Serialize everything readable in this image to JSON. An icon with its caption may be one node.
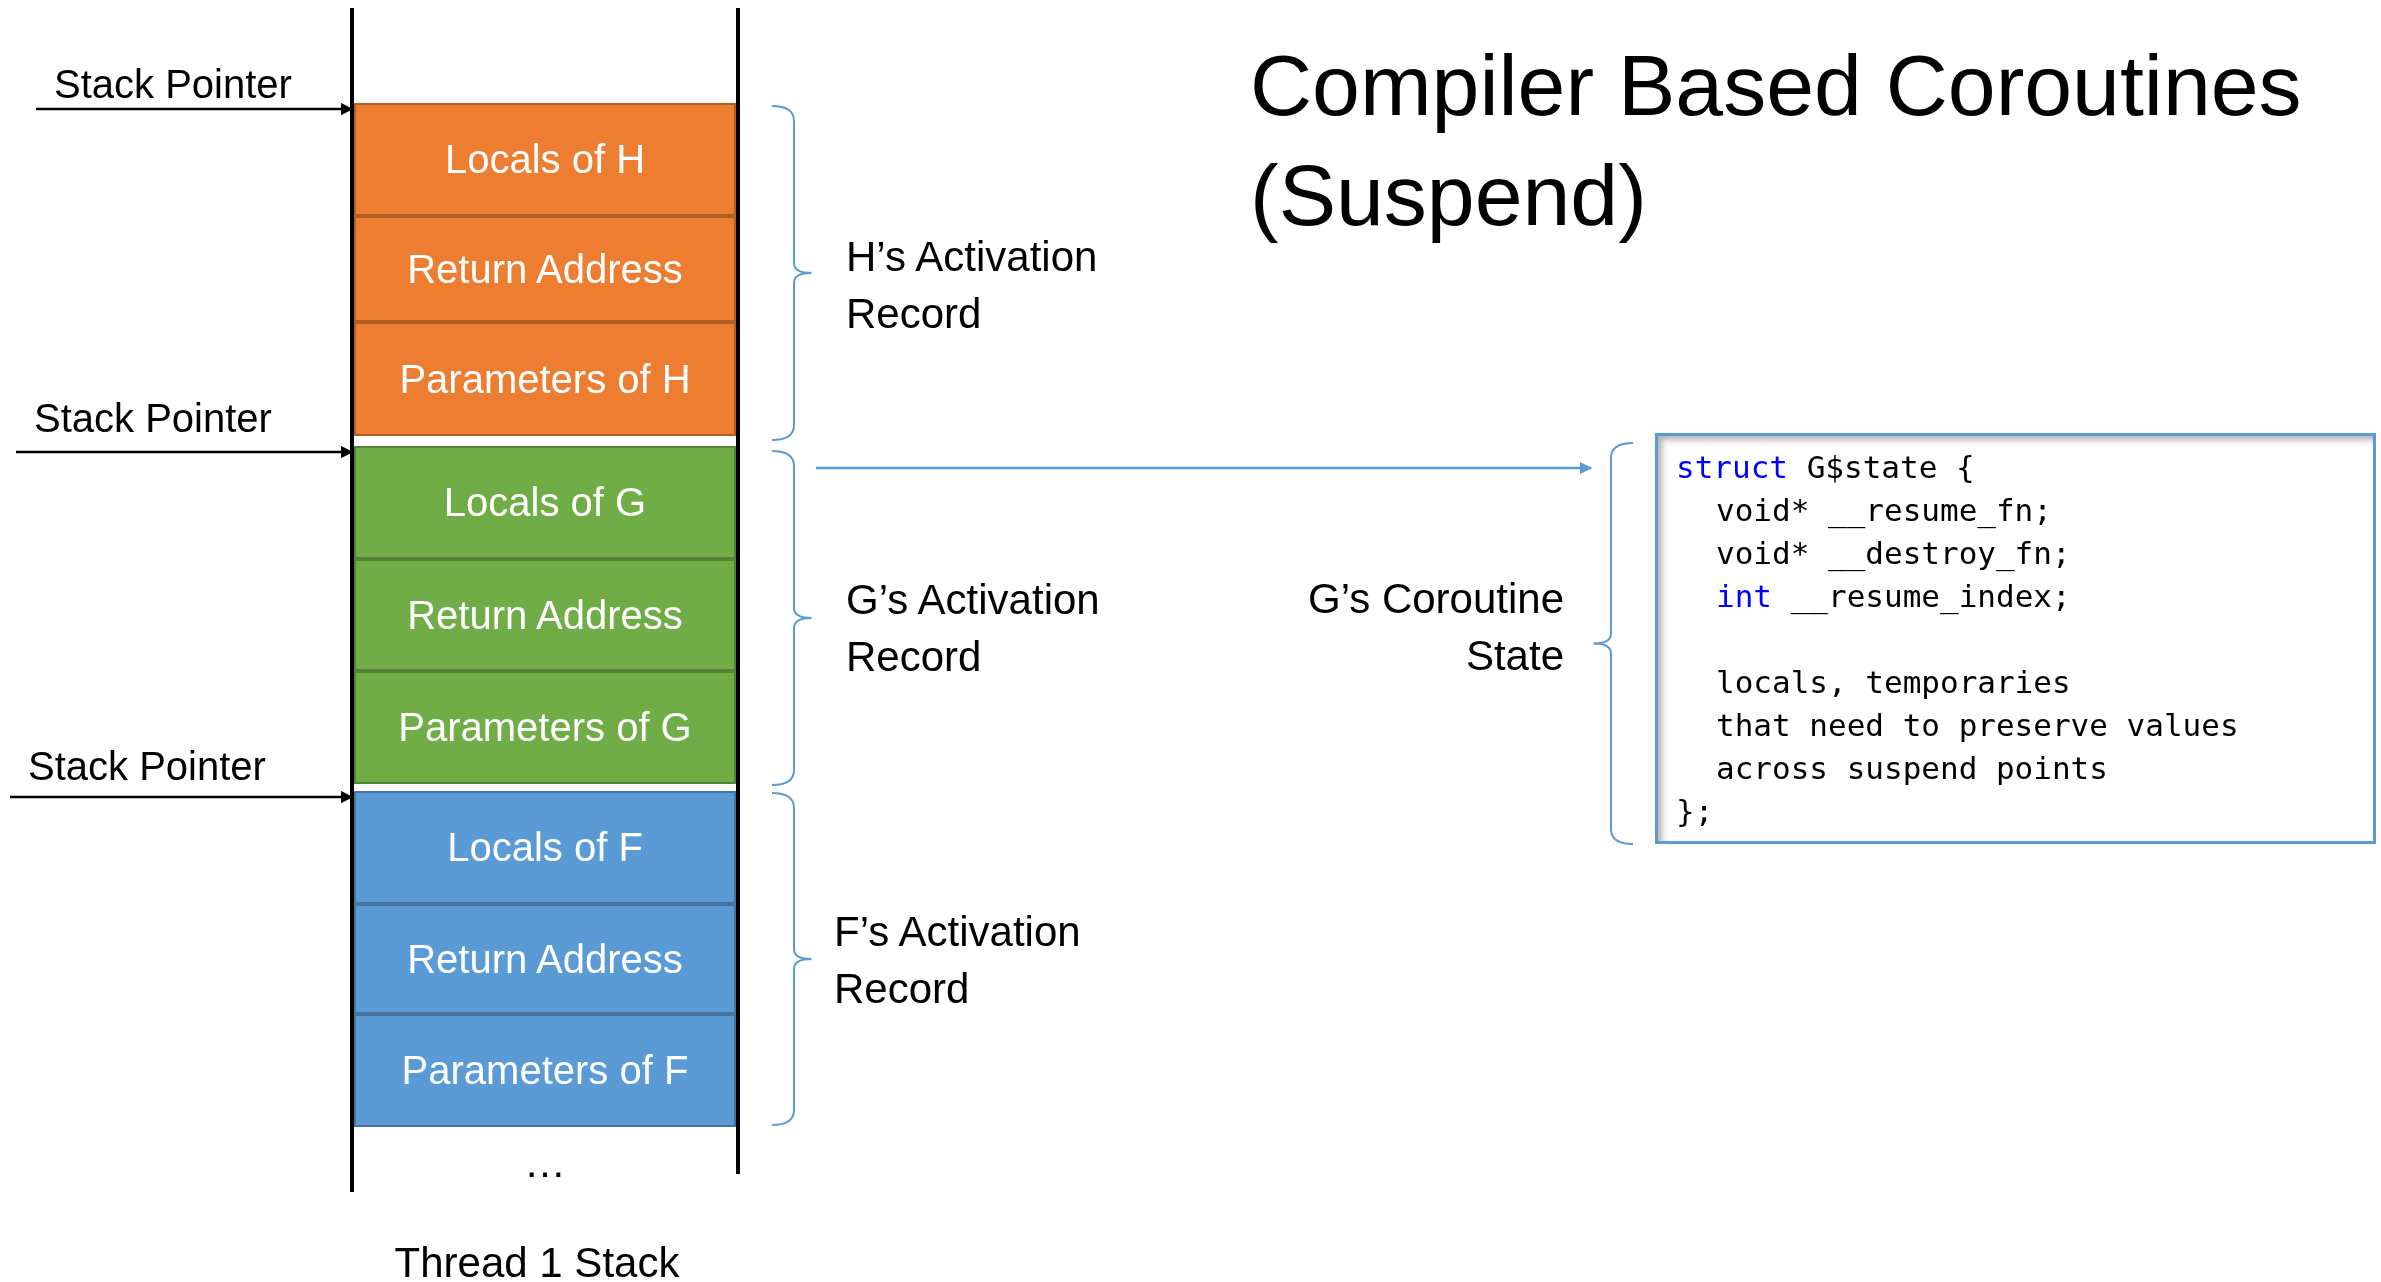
{
  "diagram": {
    "title": "Compiler Based Coroutines (Suspend)",
    "nodes": [
      {
        "text": [
          "Stack Pointer"
        ]
      },
      {
        "text": [
          "Locals of H"
        ]
      },
      {
        "text": [
          "Return Address"
        ]
      },
      {
        "text": [
          "Parameters of H"
        ]
      },
      {
        "text": [
          "Stack Pointer"
        ]
      },
      {
        "text": [
          "Locals of G"
        ]
      },
      {
        "text": [
          "Return Address"
        ]
      },
      {
        "text": [
          "Parameters of G"
        ]
      },
      {
        "text": [
          "Stack Pointer"
        ]
      },
      {
        "text": [
          "Locals of F"
        ]
      },
      {
        "text": [
          "Return Address"
        ]
      },
      {
        "text": [
          "Parameters of F"
        ]
      },
      {
        "text": [],
        "shape": "bracket",
        "beside": [
          "G’s Coroutine State"
        ]
      },
      {
        "text": [
          "struct G$state {",
          "void* __resume_fn;",
          "void* __destroy_fn;",
          "int __resume_index;",
          "locals, temporaries",
          "that need to preserve values",
          "across suspend points",
          "};"
        ]
      },
      {
        "text": [],
        "shape": "bracket"
      }
    ],
    "edges": [
      {
        "from": 0,
        "to": 1,
        "arrow": "to"
      },
      {
        "from": 4,
        "to": 5,
        "arrow": "to"
      },
      {
        "from": 8,
        "to": 9,
        "arrow": "to"
      },
      {
        "from": 14,
        "to": 12,
        "arrow": "to",
        "color": "#5b9bd5"
      }
    ],
    "labels": [
      "H’s Activation Record",
      "G’s Activation Record",
      "F’s Activation Record",
      "…",
      "Thread 1 Stack"
    ]
  }
}
